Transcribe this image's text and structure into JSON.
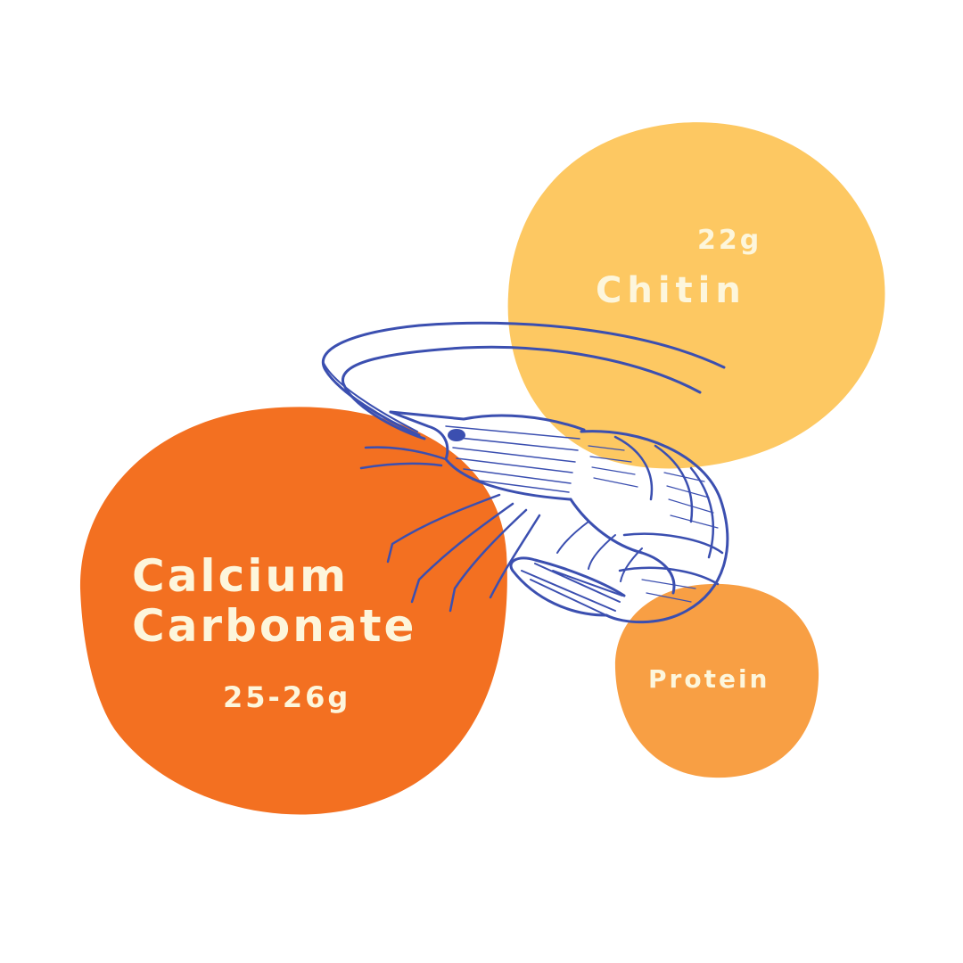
{
  "colors": {
    "background": "#ffffff",
    "chitin_blob": "#fdc862",
    "calcium_blob": "#f37021",
    "protein_blob": "#f89f44",
    "label_text": "#fdf6dc",
    "shrimp_ink": "#3b4fb0"
  },
  "illustration": {
    "icon": "shrimp-icon"
  },
  "components": {
    "chitin": {
      "amount": "22g",
      "name": "Chitin"
    },
    "calcium_carbonate": {
      "name_line1": "Calcium",
      "name_line2": "Carbonate",
      "amount": "25-26g"
    },
    "protein": {
      "name": "Protein"
    }
  }
}
